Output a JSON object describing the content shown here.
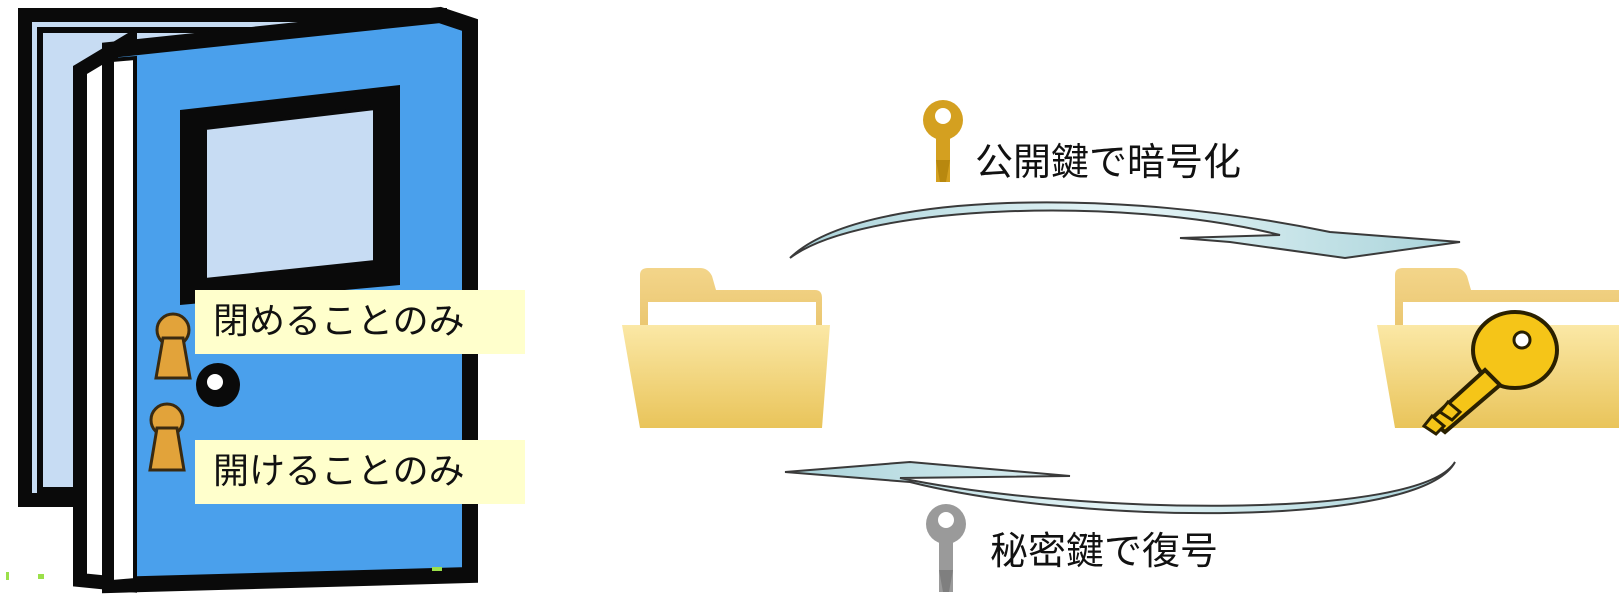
{
  "door": {
    "lock_label": "閉めることのみ",
    "unlock_label": "開けることのみ"
  },
  "flow": {
    "encrypt_label": "公開鍵で暗号化",
    "decrypt_label": "秘密鍵で復号"
  },
  "colors": {
    "door_blue": "#4aa0ec",
    "door_dark": "#0a0a0a",
    "panel_light": "#c7dcf3",
    "label_bg": "#ffffcc",
    "public_key": "#d4a020",
    "private_key": "#9a9a9a",
    "keyhole": "#e2a33a",
    "arrow_fill": "#c7e6ea",
    "folder": "#f2d67a"
  },
  "icons": [
    "door-icon",
    "keyhole-icon",
    "key-icon",
    "folder-icon",
    "arrow-icon"
  ]
}
